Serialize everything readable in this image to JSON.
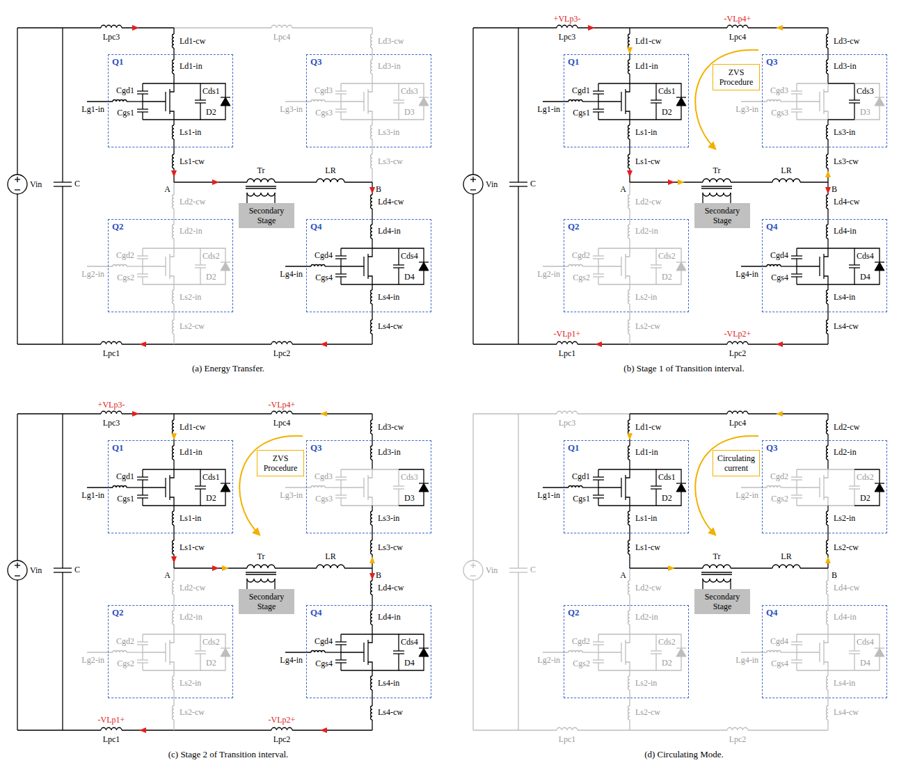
{
  "diagram": {
    "nodes": [
      {
        "text": [
          "Q1"
        ]
      },
      {
        "text": [
          "Q3"
        ]
      },
      {
        "text": [
          "Secondary Stage"
        ]
      },
      {
        "text": [
          "Q2"
        ]
      },
      {
        "text": [
          "Q4"
        ]
      },
      {
        "text": [
          "Q1"
        ]
      },
      {
        "text": [
          "Q3"
        ]
      },
      {
        "text": [
          "ZVS Procedure"
        ]
      },
      {
        "text": [
          "Secondary Stage"
        ]
      },
      {
        "text": [
          "Q2"
        ]
      },
      {
        "text": [
          "Q4"
        ]
      },
      {
        "text": [
          "Q1"
        ]
      },
      {
        "text": [
          "Q3"
        ]
      },
      {
        "text": [
          "ZVS Procedure"
        ]
      },
      {
        "text": [
          "Secondary Stage"
        ]
      },
      {
        "text": [
          "Q2"
        ]
      },
      {
        "text": [
          "Q4"
        ]
      },
      {
        "text": [
          "Q1"
        ]
      },
      {
        "text": [
          "Q3"
        ]
      },
      {
        "text": [
          "Circulating current"
        ]
      },
      {
        "text": [
          "Secondary Stage"
        ]
      },
      {
        "text": [
          "Q2"
        ]
      },
      {
        "text": [
          "Q4"
        ]
      }
    ],
    "labels": [
      "Lpc3",
      "Lpc4",
      "Vin",
      "C",
      "Ld1-cw",
      "Ld1-in",
      "Cgd1",
      "Cds1",
      "D2",
      "Lg1-in",
      "Cgs1",
      "Ls1-in",
      "Ls1-cw",
      "Ld3-cw",
      "Ld3-in",
      "Cgd3",
      "Cds3",
      "D3",
      "Lg3-in",
      "Cgs3",
      "Ls3-in",
      "Ls3-cw",
      "A",
      "Tr",
      "LR",
      "B",
      "Ld2-cw",
      "Ld2-in",
      "Cgd2",
      "Cds2",
      "D2",
      "Lg2-in",
      "Cgs2",
      "Ls2-in",
      "Ls2-cw",
      "Ld4-cw",
      "Ld4-in",
      "Cgd4",
      "Cds4",
      "D4",
      "Lg4-in",
      "Cgs4",
      "Ls4-in",
      "Ls4-cw",
      "Lpc1",
      "Lpc2",
      "(a) Energy Transfer.",
      "+VLp3-",
      "Lpc3",
      "-VLp4+",
      "Lpc4",
      "Vin",
      "C",
      "Ld1-cw",
      "Ld1-in",
      "Cgd1",
      "Cds1",
      "D2",
      "Lg1-in",
      "Cgs1",
      "Ls1-in",
      "Ls1-cw",
      "Ld3-cw",
      "Ld3-in",
      "Cgd3",
      "Cds3",
      "D3",
      "Lg3-in",
      "Cgs3",
      "Ls3-in",
      "Ls3-cw",
      "A",
      "Tr",
      "LR",
      "B",
      "Ld2-cw",
      "Ld2-in",
      "Cgd2",
      "Cds2",
      "D2",
      "Lg2-in",
      "Cgs2",
      "Ls2-in",
      "Ls2-cw",
      "Ld4-cw",
      "Ld4-in",
      "Cgd4",
      "Cds4",
      "D4",
      "Lg4-in",
      "Cgs4",
      "Ls4-in",
      "Ls4-cw",
      "-VLp1+",
      "Lpc1",
      "-VLp2+",
      "Lpc2",
      "(b) Stage 1 of Transition interval.",
      "+VLp3-",
      "Lpc3",
      "-VLp4+",
      "Lpc4",
      "Vin",
      "C",
      "Ld1-cw",
      "Ld1-in",
      "Cgd1",
      "Cds1",
      "D2",
      "Lg1-in",
      "Cgs1",
      "Ls1-in",
      "Ls1-cw",
      "Ld3-cw",
      "Ld3-in",
      "Cgd3",
      "Cds3",
      "D3",
      "Lg3-in",
      "Cgs3",
      "Ls3-in",
      "Ls3-cw",
      "A",
      "Tr",
      "LR",
      "B",
      "Ld2-cw",
      "Ld2-in",
      "Cgd2",
      "Cds2",
      "D2",
      "Lg2-in",
      "Cgs2",
      "Ls2-in",
      "Ls2-cw",
      "Ld4-cw",
      "Ld4-in",
      "Cgd4",
      "Cds4",
      "D4",
      "Lg4-in",
      "Cgs4",
      "Ls4-in",
      "Ls4-cw",
      "-VLp1+",
      "Lpc1",
      "-VLp2+",
      "Lpc2",
      "(c) Stage 2 of Transition interval.",
      "Lpc3",
      "Lpc4",
      "Vin",
      "C",
      "Ld1-cw",
      "Ld1-in",
      "Cgd1",
      "Cds1",
      "D2",
      "Lg1-in",
      "Cgs1",
      "Ls1-in",
      "Ls1-cw",
      "Ld2-cw",
      "Ld2-in",
      "Cgd2",
      "Cds2",
      "D2",
      "Lg2-in",
      "Cgs2",
      "Ls2-in",
      "Ls2-cw",
      "A",
      "Tr",
      "LR",
      "B",
      "Ld2-cw",
      "Ld2-in",
      "Cgd2",
      "Cds2",
      "D2",
      "Lg2-in",
      "Cgs2",
      "Ls2-in",
      "Ls2-cw",
      "Ld4-cw",
      "Ld4-in",
      "Cgd4",
      "Cds4",
      "D4",
      "Lg4-in",
      "Cgs4",
      "Ls4-in",
      "Ls4-cw",
      "Lpc1",
      "Lpc2",
      "(d) Circulating Mode."
    ]
  }
}
